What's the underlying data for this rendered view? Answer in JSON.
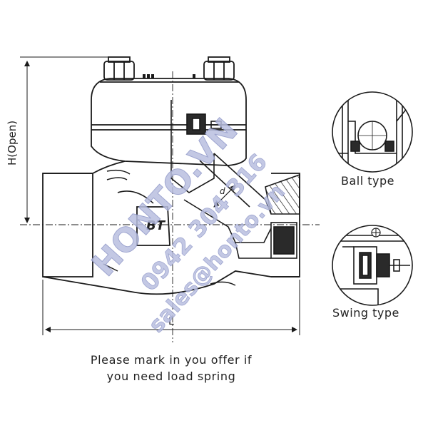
{
  "diagram": {
    "dimension_height_label": "H(Open)",
    "dimension_length_label": "L",
    "dimension_d_label": "d",
    "body_mark": "BT",
    "detail_ball_label": "Ball type",
    "detail_swing_label": "Swing type",
    "note_line_1": "Please mark in you offer if",
    "note_line_2": "you need load spring"
  },
  "watermark": {
    "brand": "HONTO.VN",
    "phone": "0942 304 316",
    "email": "sales@honto.vn",
    "color": "#b9bfe0"
  },
  "colors": {
    "line": "#1a1a1a",
    "shade": "#2a2a2a",
    "background": "#ffffff"
  }
}
